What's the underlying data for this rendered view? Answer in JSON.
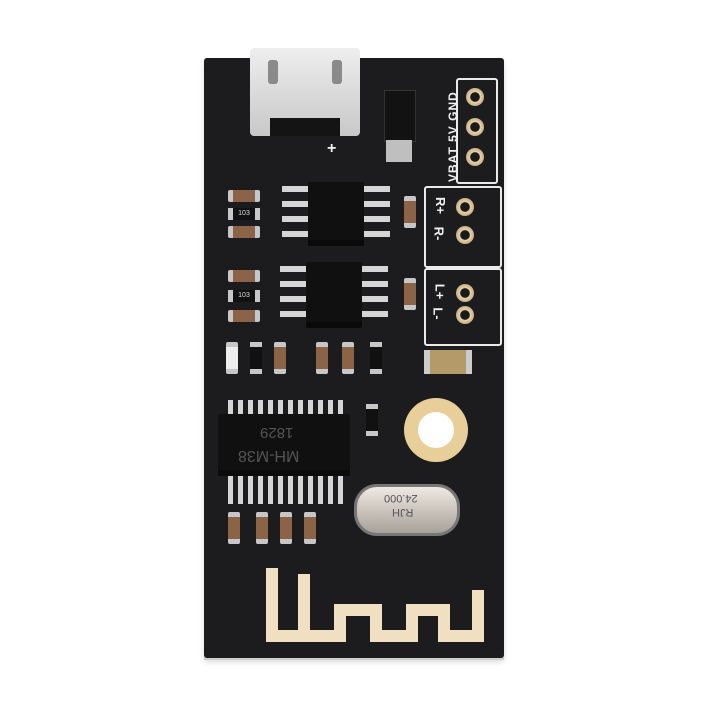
{
  "product": {
    "description": "Bluetooth audio receiver module PCB",
    "board_color": "#1c1c1e",
    "silkscreen_color": "#f2f2f2",
    "pad_color": "#e6d2ac"
  },
  "labels": {
    "power_header": [
      "GND",
      "5V",
      "VBAT"
    ],
    "right_channel": [
      "R+",
      "R-"
    ],
    "left_channel": [
      "L+",
      "L-"
    ],
    "usb_polarity": "+",
    "resistor_marking_1": "103",
    "resistor_marking_2": "103",
    "main_ic_line1": "MH-M38",
    "main_ic_line2": "1829",
    "crystal_line1": "24.000",
    "crystal_line2": "RJH"
  }
}
